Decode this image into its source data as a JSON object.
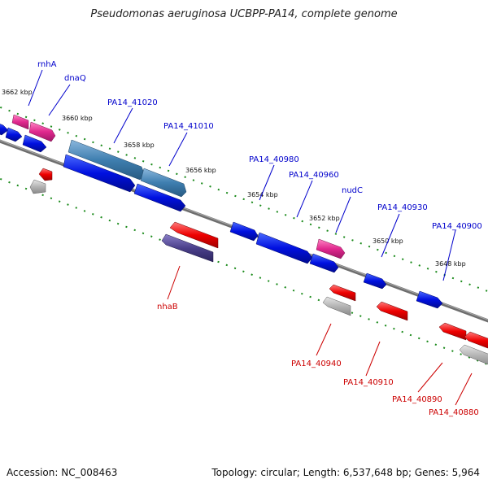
{
  "header": {
    "title": "Pseudomonas aeruginosa UCBPP-PA14, complete genome"
  },
  "footer": {
    "accession": "Accession: NC_008463",
    "summary": "Topology: circular; Length: 6,537,648 bp; Genes: 5,964"
  },
  "colors": {
    "backbone": "#7a7a7a",
    "tick_major": "#1a8a1a",
    "forward_label": "#0000cc",
    "reverse_label": "#cc0000",
    "gene_blue": "#0010e0",
    "gene_steelblue": "#3f7fb0",
    "gene_magenta": "#e0288e",
    "gene_red": "#ee0000",
    "gene_gray": "#b4b4b4",
    "gene_indigo": "#4a3f8a"
  },
  "scale_labels": [
    "3662 kbp",
    "3660 kbp",
    "3658 kbp",
    "3656 kbp",
    "3654 kbp",
    "3652 kbp",
    "3650 kbp",
    "3648 kbp"
  ],
  "forward_genes": [
    "rnhA",
    "dnaQ",
    "PA14_41020",
    "PA14_41010",
    "PA14_40980",
    "PA14_40960",
    "nudC",
    "PA14_40930",
    "PA14_40900"
  ],
  "reverse_genes": [
    "nhaB",
    "PA14_40940",
    "PA14_40910",
    "PA14_40890",
    "PA14_40880"
  ]
}
